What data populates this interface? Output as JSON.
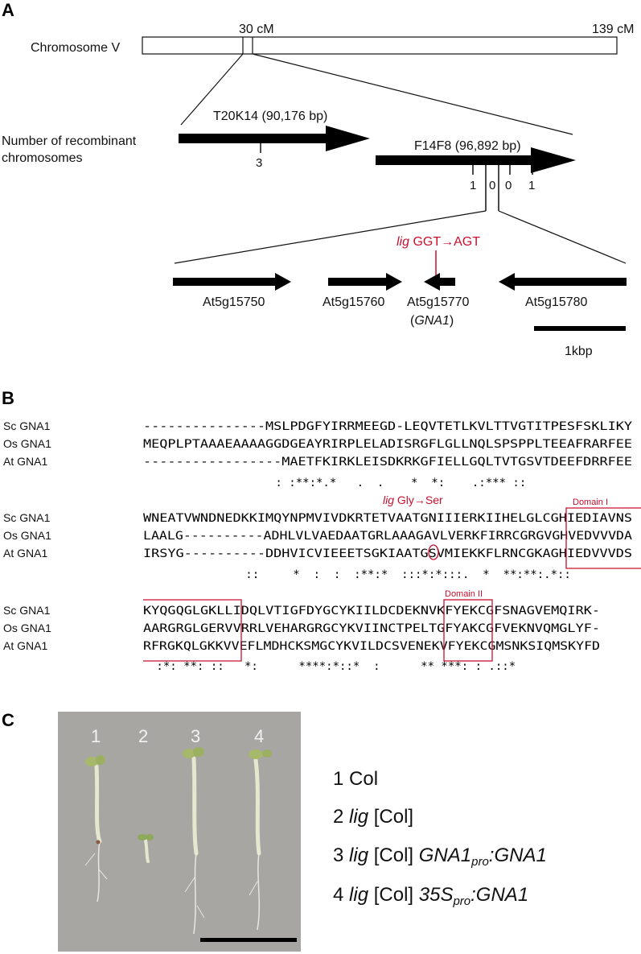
{
  "panels": {
    "a": "A",
    "b": "B",
    "c": "C"
  },
  "panel_a": {
    "chromosome_label": "Chromosome V",
    "marker_30": "30 cM",
    "marker_139": "139 cM",
    "recomb_label_1": "Number of recombinant",
    "recomb_label_2": "chromosomes",
    "bac1": "T20K14 (90,176 bp)",
    "bac2": "F14F8 (96,892  bp)",
    "bac1_count": "3",
    "bac2_counts": [
      "1",
      "0",
      "0",
      "1"
    ],
    "mutation": {
      "gene": "lig",
      "change": " GGT→AGT"
    },
    "genes": [
      "At5g15750",
      "At5g15760",
      "At5g15770",
      "At5g15780"
    ],
    "gna1_paren_open": "(",
    "gna1": "GNA1",
    "gna1_paren_close": ")",
    "scale": "1kbp"
  },
  "panel_b": {
    "species": [
      "Sc GNA1",
      "Os GNA1",
      "At GNA1"
    ],
    "blocks": [
      {
        "rows": [
          "---------------MSLPDGFYIRRMEEGD-LEQVTETLKVLTTVGTITPESFSKLIKY",
          "MEQPLPTAAAEAAAAGGDGEAYRIRPLELADISRGFLGLLNQLSPSPPLTEEAFRARFEE",
          "-----------------MAETFKIRKLEISDKRKGFIELLGQLTVTGSVTDEEFDRRFEE"
        ],
        "cons": "        : :**:*.*   .  .    *  *:    .:*** ::"
      },
      {
        "rows": [
          "WNEATVWNDNEDKKIMQYNPMVIVDKRTETVAATGNIIIERKIIHELGLCGHIEDIAVNS",
          "LAALG----------ADHLVLVAEDAATGRLAAAGAVLVERKFIRRCGRGVGHVEDVVVDA",
          "IRSYG----------DDHVICVIEEETSGKIAATGSVMIEKKFLRNCGKAGHIEDVVVDS"
        ],
        "cons": "   ::     *  :  :  :**:*  :::*:*:::.  *  **:**:.*::"
      },
      {
        "rows": [
          "KYQGQGLGKLLIDQLVTIGFDYGCYKIILDCDEKNVKFYEKCGFSNAGVEMQIRK-",
          "AARGRGLGERVVRRLVEHARGRGCYKVIINCTPELTGFYAKCGFVEKNVQMGLYF-",
          "RFRGKQLGKKVVEFLMDHCKSMGCYKVILDCSVENEKVFYEKCGMSNKSIQMSKYFD"
        ],
        "cons": " :*: **: ::   *:      ****:*::*  :      ** ***: : .::*"
      }
    ],
    "lig_annot": {
      "gene": "lig",
      "text": " Gly→Ser"
    },
    "domain1": "Domain I",
    "domain2": "Domain II"
  },
  "panel_c": {
    "photo_labels": [
      "1",
      "2",
      "3",
      "4"
    ],
    "legend": [
      {
        "num": "1",
        "text": "Col"
      },
      {
        "num": "2",
        "gene": "lig",
        "text": "[Col]"
      },
      {
        "num": "3",
        "gene": "lig",
        "text": "[Col]",
        "c1": "GNA1",
        "c1sub": "pro",
        "c2": ":GNA1"
      },
      {
        "num": "4",
        "gene": "lig",
        "text": "[Col]",
        "c1": "35S",
        "c1sub": "pro",
        "c2": ":GNA1"
      }
    ]
  },
  "colors": {
    "mutation_red": "#c8102e",
    "photo_bg": "#a7a6a3",
    "seedling": "#e6e7cf"
  }
}
